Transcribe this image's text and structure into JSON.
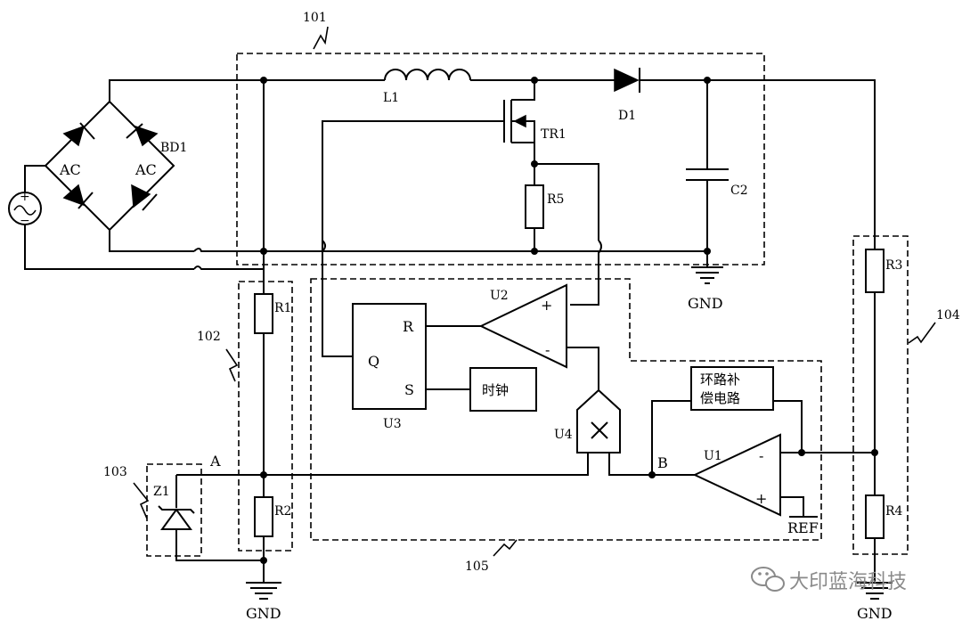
{
  "labels": {
    "block_101": "101",
    "block_102": "102",
    "block_103": "103",
    "block_104": "104",
    "block_105": "105",
    "L1": "L1",
    "D1": "D1",
    "TR1": "TR1",
    "R5": "R5",
    "C2": "C2",
    "BD1": "BD1",
    "AC_left": "AC",
    "AC_right": "AC",
    "R1": "R1",
    "R2": "R2",
    "R3": "R3",
    "R4": "R4",
    "Z1": "Z1",
    "node_A": "A",
    "node_B": "B",
    "U1": "U1",
    "U2": "U2",
    "U3": "U3",
    "U4": "U4",
    "U3_R": "R",
    "U3_Q": "Q",
    "U3_S": "S",
    "plus_U2": "+",
    "minus_U2": "-",
    "plus_U1": "+",
    "minus_U1": "-",
    "src_plus": "+",
    "src_minus": "−",
    "clock": "时钟",
    "loop_comp_line1": "环路补",
    "loop_comp_line2": "偿电路",
    "REF": "REF",
    "GND_top": "GND",
    "GND_bottom_left": "GND",
    "GND_bottom_right": "GND"
  },
  "watermark": {
    "text": "大印蓝海科技",
    "icon": "wechat-icon"
  }
}
